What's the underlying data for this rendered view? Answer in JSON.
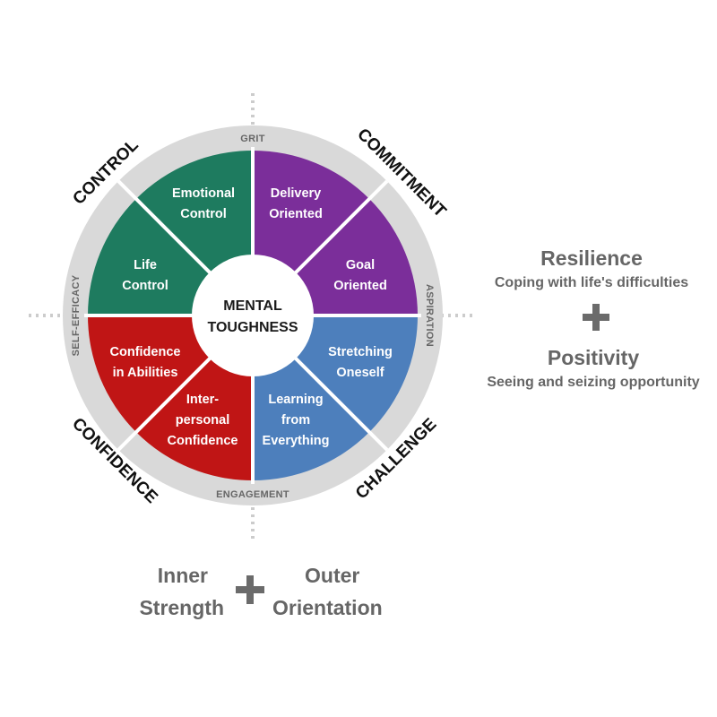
{
  "diagram": {
    "center_lines": [
      "MENTAL",
      "TOUGHNESS"
    ],
    "ring_labels": {
      "top": "GRIT",
      "right": "ASPIRATION",
      "bottom": "ENGAGEMENT",
      "left": "SELF-EFFICACY"
    },
    "quadrants": {
      "control": "CONTROL",
      "commitment": "COMMITMENT",
      "challenge": "CHALLENGE",
      "confidence": "CONFIDENCE"
    },
    "segments": {
      "emotional_control": [
        "Emotional",
        "Control"
      ],
      "life_control": [
        "Life",
        "Control"
      ],
      "delivery_oriented": [
        "Delivery",
        "Oriented"
      ],
      "goal_oriented": [
        "Goal",
        "Oriented"
      ],
      "stretching_oneself": [
        "Stretching",
        "Oneself"
      ],
      "learning_from_everything": [
        "Learning",
        "from",
        "Everything"
      ],
      "interpersonal_confidence": [
        "Inter-",
        "personal",
        "Confidence"
      ],
      "confidence_in_abilities": [
        "Confidence",
        "in Abilities"
      ]
    },
    "colors": {
      "control": "#1e7b5f",
      "commitment": "#7b2e9a",
      "challenge": "#4d7fbc",
      "confidence": "#c01515",
      "ring": "#d9d9d9",
      "text_gray": "#666666"
    }
  },
  "side_panel": {
    "resilience_title": "Resilience",
    "resilience_subtitle": "Coping with life's difficulties",
    "positivity_title": "Positivity",
    "positivity_subtitle": "Seeing and seizing opportunity"
  },
  "bottom": {
    "inner_line1": "Inner",
    "inner_line2": "Strength",
    "outer_line1": "Outer",
    "outer_line2": "Orientation"
  }
}
